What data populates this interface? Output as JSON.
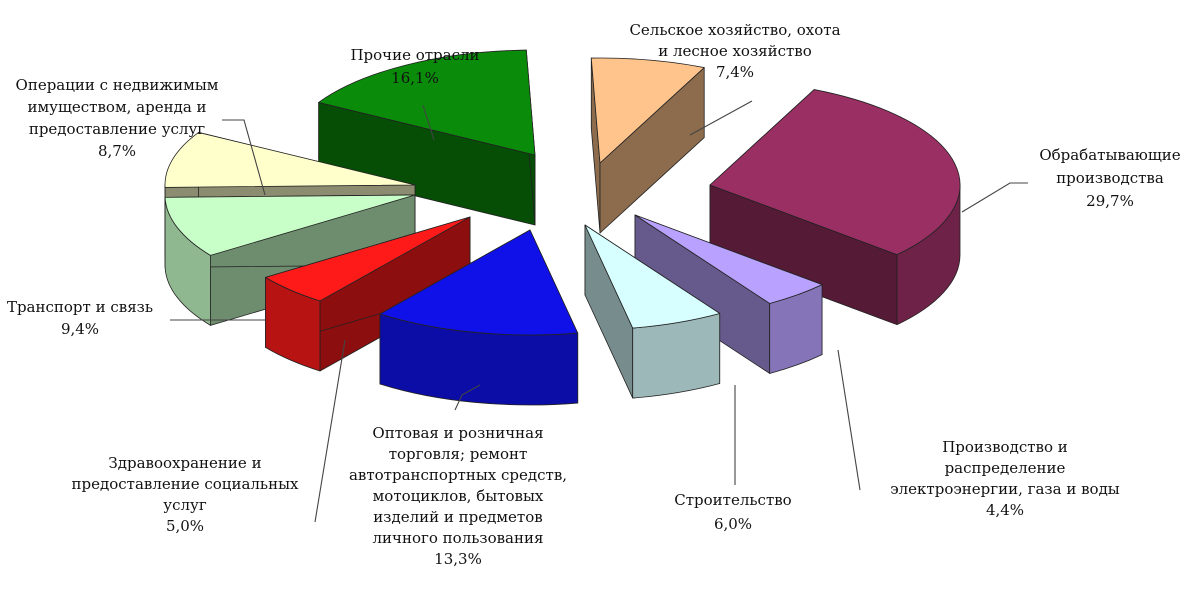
{
  "chart_data": {
    "type": "pie",
    "style": "exploded 3d",
    "slices": [
      {
        "id": "agri",
        "lines": [
          "Сельское хозяйство, охота",
          "и лесное хозяйство"
        ],
        "value_label": "7,4%",
        "value": 7.4,
        "color": "#FFC48C"
      },
      {
        "id": "manuf",
        "lines": [
          "Обрабатывающие",
          "производства"
        ],
        "value_label": "29,7%",
        "value": 29.7,
        "color": "#9A2F63"
      },
      {
        "id": "energy",
        "lines": [
          "Производство и",
          "распределение",
          "электроэнергии, газа и воды"
        ],
        "value_label": "4,4%",
        "value": 4.4,
        "color": "#B9A2FF"
      },
      {
        "id": "constr",
        "lines": [
          "Строительство"
        ],
        "value_label": "6,0%",
        "value": 6.0,
        "color": "#D8FFFF"
      },
      {
        "id": "trade",
        "lines": [
          "Оптовая  и розничная",
          "торговля; ремонт",
          "автотранспортных средств,",
          "мотоциклов, бытовых",
          "изделий и предметов",
          "личного пользования"
        ],
        "value_label": "13,3%",
        "value": 13.3,
        "color": "#1010E8"
      },
      {
        "id": "health",
        "lines": [
          "Здравоохранение и",
          "предоставление социальных",
          "услуг"
        ],
        "value_label": "5,0%",
        "value": 5.0,
        "color": "#FF1A1A"
      },
      {
        "id": "transport",
        "lines": [
          "Транспорт и связь"
        ],
        "value_label": "9,4%",
        "value": 9.4,
        "color": "#C8FFC8"
      },
      {
        "id": "realty",
        "lines": [
          "Операции с недвижимым",
          "имуществом, аренда и",
          "предоставление услуг"
        ],
        "value_label": "8,7%",
        "value": 8.7,
        "color": "#FFFFCC"
      },
      {
        "id": "other",
        "lines": [
          "Прочие отрасли"
        ],
        "value_label": "16,1%",
        "value": 16.1,
        "color": "#0A8C0A"
      }
    ]
  }
}
